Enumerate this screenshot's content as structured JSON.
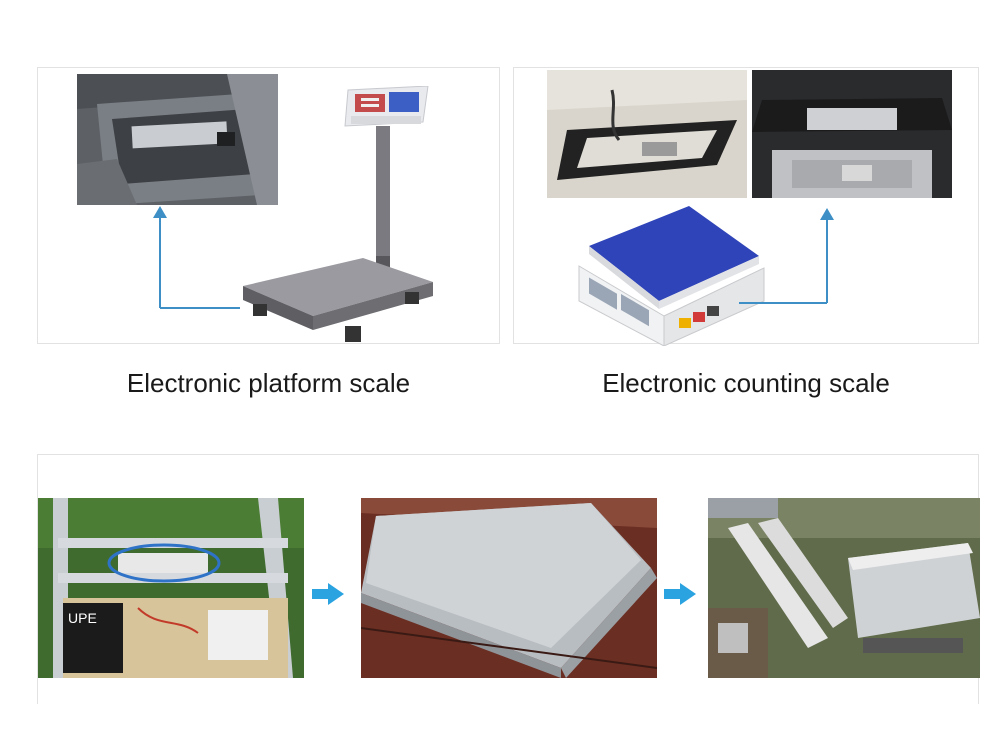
{
  "captions": {
    "platform": "Electronic platform scale",
    "counting": "Electronic counting scale"
  },
  "colors": {
    "arrow": "#2aa3e0",
    "annotation_line": "#3d8fc5",
    "panel_border": "#e2e2e2",
    "counting_scale_pan": "#2e44b8",
    "platform_scale_gray": "#6f6f73"
  },
  "icons": [
    "up-arrow-icon",
    "right-arrow-icon",
    "battery-label",
    "ellipse-highlight"
  ],
  "illustration_text": {
    "battery_brand": "UPE"
  }
}
